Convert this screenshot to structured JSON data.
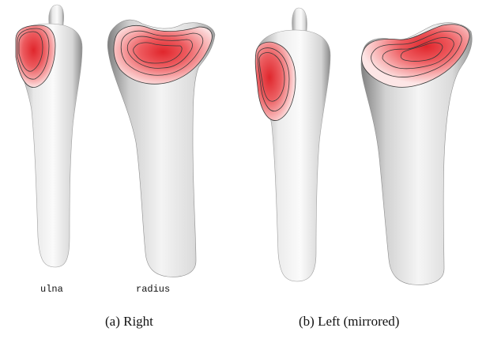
{
  "panels": [
    {
      "caption": "(a) Right",
      "bone_labels": {
        "ulna": "ulna",
        "radius": "radius"
      }
    },
    {
      "caption": "(b) Left (mirrored)"
    }
  ],
  "colors": {
    "bone_light": "#f6f6f6",
    "bone_shadow": "#8c8c8c",
    "heat_core": "#e42a30",
    "heat_mid": "#f07a7a",
    "heat_outer": "#fbd4d4",
    "contour": "#3a3a3a"
  }
}
